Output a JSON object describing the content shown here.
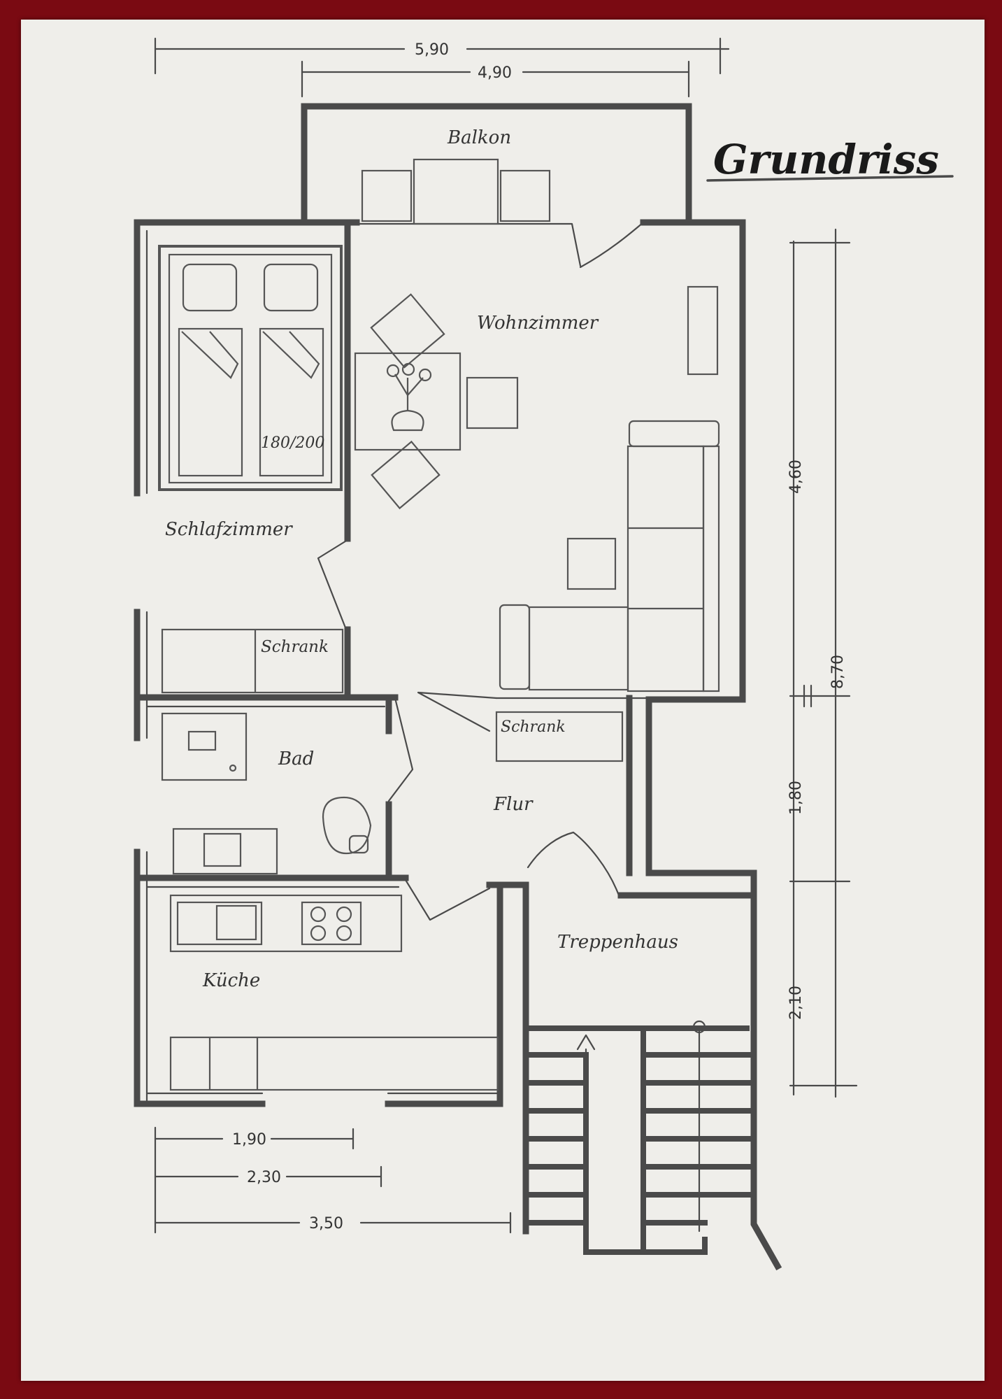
{
  "title": "Grundriss",
  "rooms": {
    "balkon": "Balkon",
    "wohnzimmer": "Wohnzimmer",
    "schlafzimmer": "Schlafzimmer",
    "bed_size": "180/200",
    "schrank_schlaf": "Schrank",
    "bad": "Bad",
    "schrank_flur": "Schrank",
    "flur": "Flur",
    "kueche": "Küche",
    "treppenhaus": "Treppenhaus"
  },
  "dimensions": {
    "top_outer": "5,90",
    "top_inner": "4,90",
    "right_upper": "4,60",
    "right_total": "8,70",
    "right_middle": "1,80",
    "right_lower": "2,10",
    "bottom_1": "1,90",
    "bottom_2": "2,30",
    "bottom_3": "3,50"
  },
  "colors": {
    "background": "#7a0a12",
    "paper": "#efeeea",
    "ink": "#4a4a4a"
  }
}
